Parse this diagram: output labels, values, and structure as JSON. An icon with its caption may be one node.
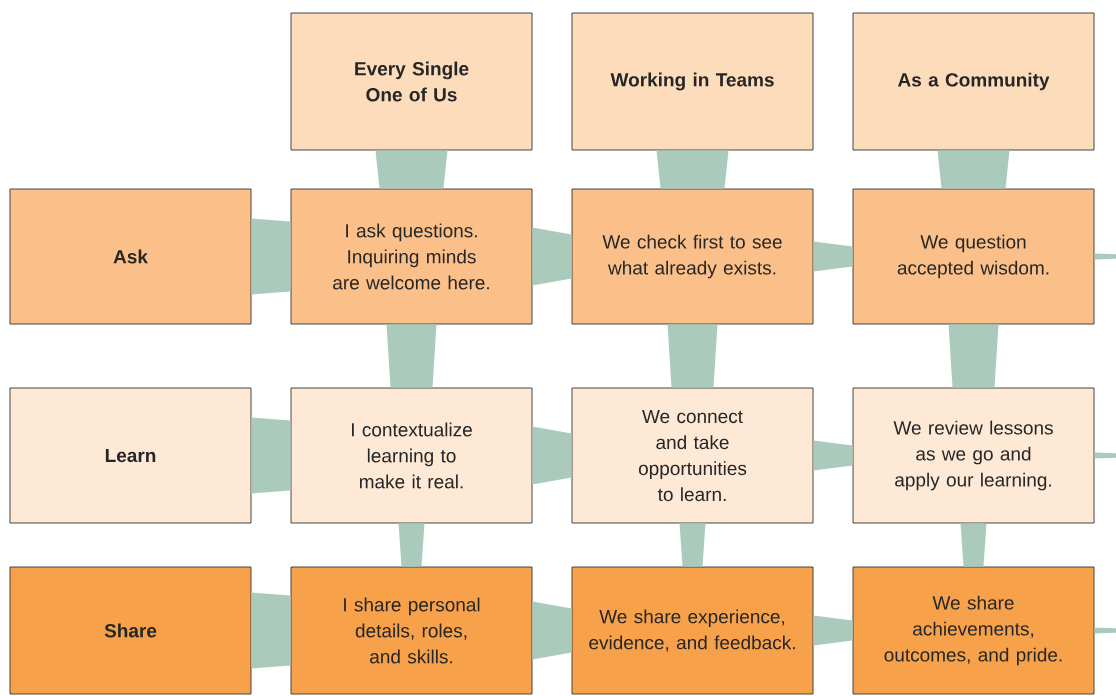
{
  "diagram": {
    "nodes": [
      {
        "text": [
          "Every Single One of Us"
        ]
      },
      {
        "text": [
          "Working in Teams"
        ]
      },
      {
        "text": [
          "As a Community"
        ]
      },
      {
        "text": [
          "Ask"
        ]
      },
      {
        "text": [
          "I ask questions. Inquiring minds are welcome here."
        ]
      },
      {
        "text": [
          "We check first to see what already exists."
        ]
      },
      {
        "text": [
          "We question accepted wisdom."
        ]
      },
      {
        "text": [
          "Learn"
        ]
      },
      {
        "text": [
          "I contextualize learning to make it real."
        ]
      },
      {
        "text": [
          "We connect and take opportunities to learn."
        ]
      },
      {
        "text": [
          "We review lessons as we go and apply our learning."
        ]
      },
      {
        "text": [
          "Share"
        ]
      },
      {
        "text": [
          "I share personal details, roles, and skills."
        ]
      },
      {
        "text": [
          "We share experience, evidence, and feedback."
        ]
      },
      {
        "text": [
          "We share achievements, outcomes, and pride."
        ]
      }
    ],
    "edges": [
      {
        "from": 0,
        "to": 4,
        "arrow": "none"
      },
      {
        "from": 1,
        "to": 5,
        "arrow": "none"
      },
      {
        "from": 2,
        "to": 6,
        "arrow": "none"
      },
      {
        "from": 3,
        "to": 4,
        "arrow": "none"
      },
      {
        "from": 4,
        "to": 5,
        "arrow": "none"
      },
      {
        "from": 5,
        "to": 6,
        "arrow": "none"
      },
      {
        "from": 6,
        "to": null,
        "arrow": "none"
      },
      {
        "from": 4,
        "to": 8,
        "arrow": "none"
      },
      {
        "from": 5,
        "to": 9,
        "arrow": "none"
      },
      {
        "from": 6,
        "to": 10,
        "arrow": "none"
      },
      {
        "from": 7,
        "to": 8,
        "arrow": "none"
      },
      {
        "from": 8,
        "to": 9,
        "arrow": "none"
      },
      {
        "from": 9,
        "to": 10,
        "arrow": "none"
      },
      {
        "from": 10,
        "to": null,
        "arrow": "none"
      },
      {
        "from": 8,
        "to": 12,
        "arrow": "none"
      },
      {
        "from": 9,
        "to": 13,
        "arrow": "none"
      },
      {
        "from": 10,
        "to": 14,
        "arrow": "none"
      },
      {
        "from": 11,
        "to": 12,
        "arrow": "none"
      },
      {
        "from": 12,
        "to": 13,
        "arrow": "none"
      },
      {
        "from": 13,
        "to": 14,
        "arrow": "none"
      },
      {
        "from": 14,
        "to": null,
        "arrow": "none"
      }
    ]
  }
}
